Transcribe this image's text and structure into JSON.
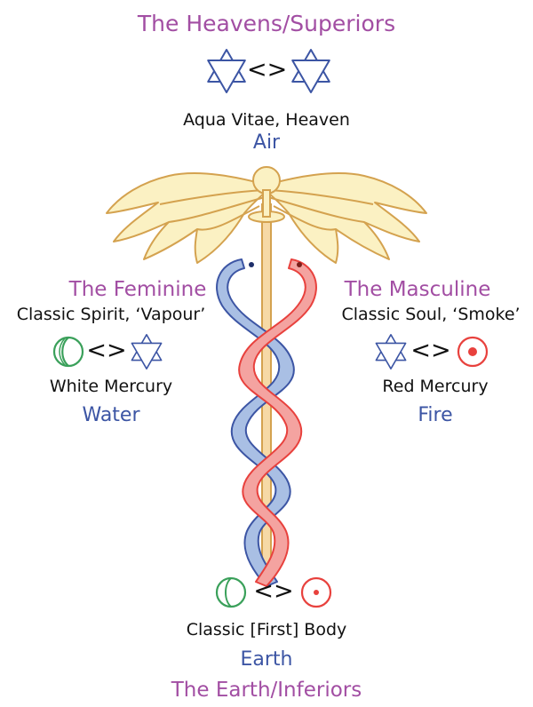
{
  "top": {
    "title": "The Heavens/Superiors",
    "connector": "<>",
    "label": "Aqua Vitae, Heaven",
    "element": "Air"
  },
  "left": {
    "title": "The Feminine",
    "label": "Classic Spirit, ‘Vapour’",
    "connector": "<>",
    "mercury": "White Mercury",
    "element": "Water"
  },
  "right": {
    "title": "The Masculine",
    "label": "Classic Soul, ‘Smoke’",
    "connector": "<>",
    "mercury": "Red Mercury",
    "element": "Fire"
  },
  "bottom": {
    "connector": "<>",
    "label": "Classic [First] Body",
    "element": "Earth",
    "title": "The Earth/Inferiors"
  },
  "colors": {
    "title_purple": "#a24ea3",
    "element_blue": "#3c55a4",
    "star_blue": "#3c55a4",
    "moon_green": "#3aa05a",
    "sun_red": "#e8413d",
    "wing_fill": "#fbf1c3",
    "wing_stroke": "#d4a24f",
    "snake_blue": "#a9bfe4",
    "snake_red": "#f4a3a0"
  },
  "icons": [
    "hexagram-star-icon",
    "crescent-moon-icon",
    "sun-circle-icon",
    "winged-staff-icon",
    "blue-serpent-icon",
    "red-serpent-icon"
  ]
}
